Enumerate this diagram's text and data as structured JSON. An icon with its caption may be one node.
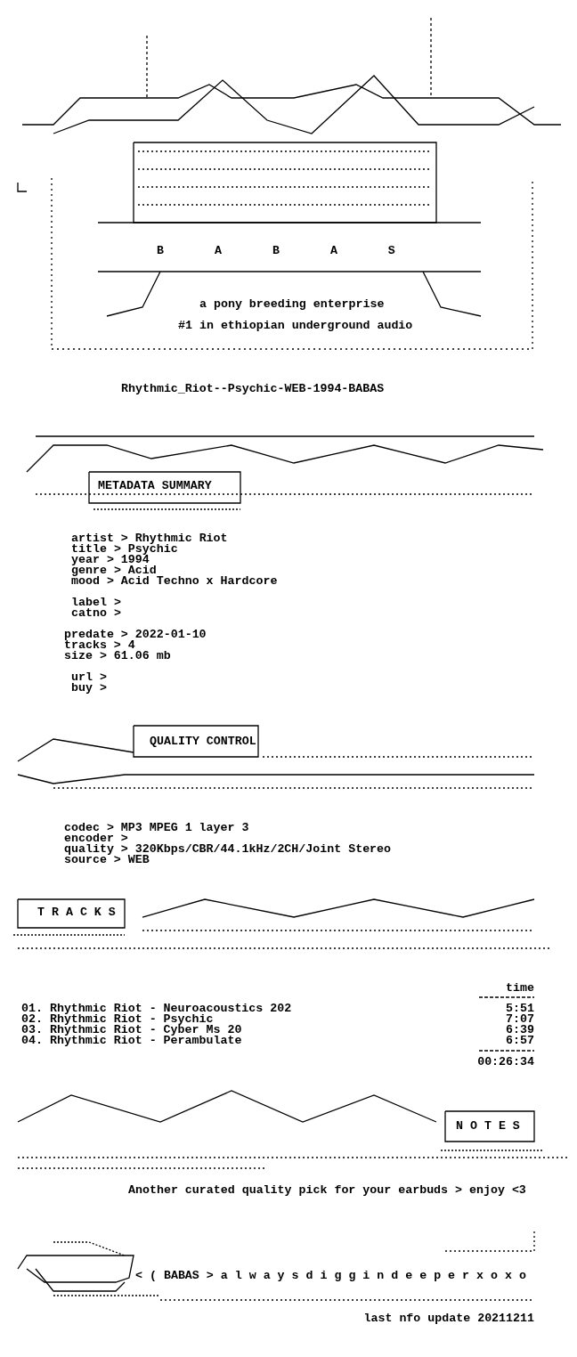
{
  "diagram": {
    "labels": [
      "B A B A S",
      "a pony breeding enterprise",
      "#1 in ethiopian underground audio",
      "Rhythmic_Riot--Psychic-WEB-1994-BABAS",
      "METADATA SUMMARY",
      "artist > Rhythmic Riot",
      "title > Psychic",
      "year > 1994",
      "genre > Acid",
      "mood > Acid Techno x Hardcore",
      "label >",
      "catno >",
      "predate > 2022-01-10",
      "tracks > 4",
      "size > 61.06 mb",
      "url >",
      "buy >",
      "QUALITY CONTROL",
      "codec > MP3 MPEG 1 layer 3",
      "encoder >",
      "quality > 320Kbps/CBR/44.1kHz/2CH/Joint Stereo",
      "source > WEB",
      "T R A C K S",
      "time",
      "01. Rhythmic Riot - Neuroacoustics 202",
      "5:51",
      "02. Rhythmic Riot - Psychic",
      "7:07",
      "03. Rhythmic Riot - Cyber Ms 20",
      "6:39",
      "04. Rhythmic Riot - Perambulate",
      "6:57",
      "00:26:34",
      "N O T E S",
      "Another curated quality pick for your earbuds > enjoy <3",
      "< ( BABAS > a l w a y s d i g g i n d e e p e r x o x o",
      "last nfo update 20211211"
    ]
  }
}
